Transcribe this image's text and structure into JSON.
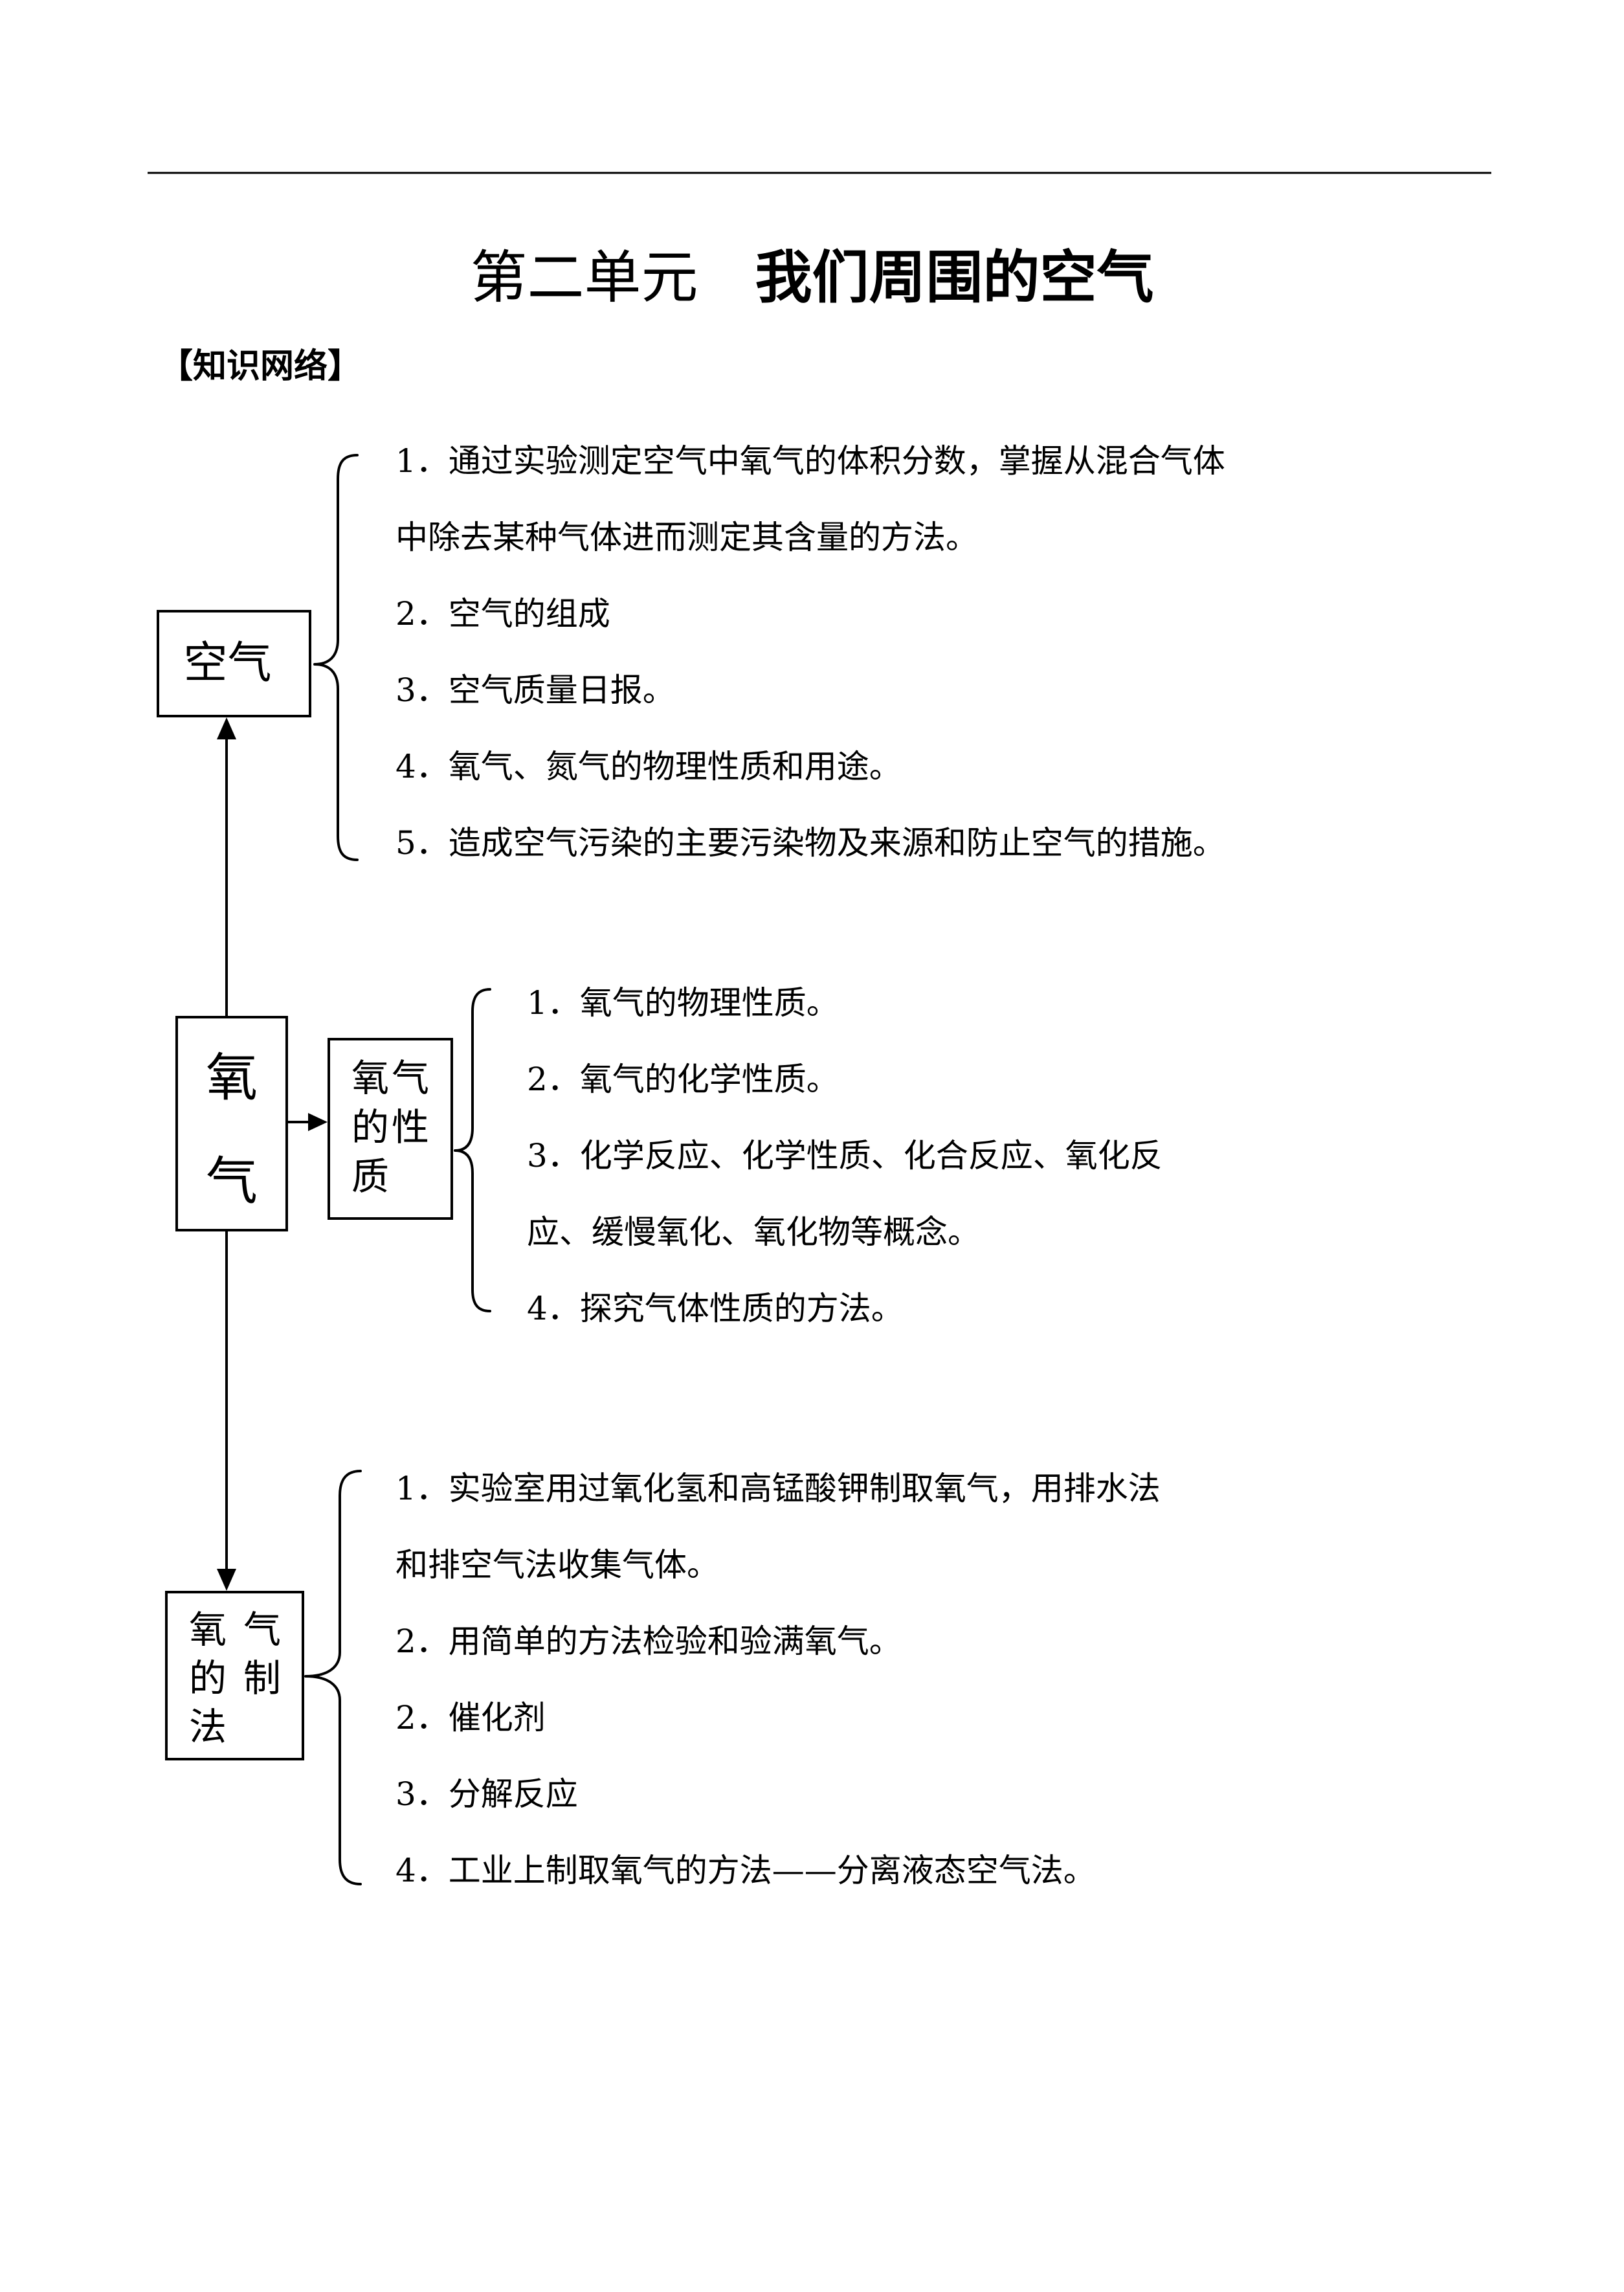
{
  "title": {
    "unit": "第二单元",
    "topic": "我们周围的空气"
  },
  "section_heading": "【知识网络】",
  "center_node": {
    "label": "氧气"
  },
  "nodes": [
    {
      "label": "空气",
      "lines": [
        "1．通过实验测定空气中氧气的体积分数，掌握从混合气体",
        "中除去某种气体进而测定其含量的方法。",
        "2．空气的组成",
        "3．空气质量日报。",
        "4．氧气、氮气的物理性质和用途。",
        "5．造成空气污染的主要污染物及来源和防止空气的措施。"
      ]
    },
    {
      "label": "氧气的性质",
      "lines": [
        "1．氧气的物理性质。",
        "2．氧气的化学性质。",
        "3．化学反应、化学性质、化合反应、氧化反",
        "应、缓慢氧化、氧化物等概念。",
        "4．探究气体性质的方法。"
      ]
    },
    {
      "label": "氧气的制法",
      "lines": [
        "1．实验室用过氧化氢和高锰酸钾制取氧气，用排水法",
        "和排空气法收集气体。",
        "2．用简单的方法检验和验满氧气。",
        "2．催化剂",
        "3．分解反应",
        "4．工业上制取氧气的方法——分离液态空气法。"
      ]
    }
  ]
}
